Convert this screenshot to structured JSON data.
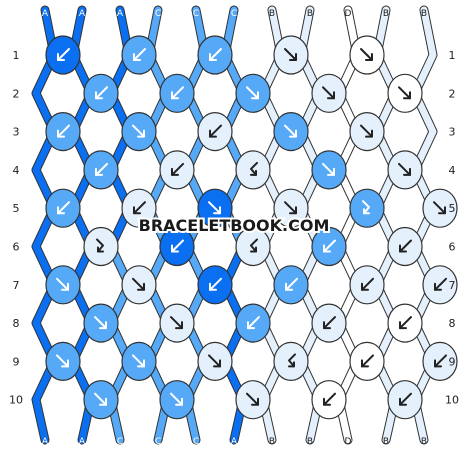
{
  "watermark": "BRACELETBOOK.COM",
  "colors": {
    "A": "#0a6ff0",
    "B": "#e4f1fd",
    "C": "#55a9f7",
    "D": "#ffffff",
    "outline": "#333333",
    "arrow_dark": "#222222",
    "arrow_light": "#ffffff"
  },
  "top_labels": [
    "A",
    "A",
    "A",
    "C",
    "C",
    "C",
    "B",
    "B",
    "D",
    "B",
    "B"
  ],
  "bottom_labels": [
    "A",
    "A",
    "C",
    "C",
    "C",
    "A",
    "B",
    "B",
    "D",
    "B",
    "B"
  ],
  "rows": [
    {
      "label": "1",
      "knots": [
        {
          "dir": "left",
          "color": "A",
          "arrow": "arrow-down-left-icon"
        },
        {
          "dir": "left",
          "color": "C",
          "arrow": "arrow-down-left-icon"
        },
        {
          "dir": "left",
          "color": "C",
          "arrow": "arrow-down-left-icon"
        },
        {
          "dir": "right",
          "color": "B",
          "arrow": "arrow-down-right-icon"
        },
        {
          "dir": "right",
          "color": "D",
          "arrow": "arrow-down-right-icon"
        }
      ]
    },
    {
      "label": "2",
      "knots": [
        {
          "dir": "left",
          "color": "C",
          "arrow": "arrow-down-left-icon"
        },
        {
          "dir": "left",
          "color": "C",
          "arrow": "arrow-down-left-icon"
        },
        {
          "dir": "right",
          "color": "C",
          "arrow": "arrow-down-right-icon"
        },
        {
          "dir": "right",
          "color": "B",
          "arrow": "arrow-down-right-icon"
        },
        {
          "dir": "right",
          "color": "D",
          "arrow": "arrow-down-right-icon"
        }
      ]
    },
    {
      "label": "3",
      "knots": [
        {
          "dir": "left",
          "color": "C",
          "arrow": "arrow-down-left-icon"
        },
        {
          "dir": "right",
          "color": "C",
          "arrow": "arrow-down-right-icon"
        },
        {
          "dir": "left",
          "color": "B",
          "arrow": "arrow-down-left-icon"
        },
        {
          "dir": "right",
          "color": "C",
          "arrow": "arrow-down-right-icon"
        },
        {
          "dir": "right",
          "color": "B",
          "arrow": "arrow-down-right-icon"
        }
      ]
    },
    {
      "label": "4",
      "knots": [
        {
          "dir": "left",
          "color": "C",
          "arrow": "arrow-down-left-icon"
        },
        {
          "dir": "left",
          "color": "B",
          "arrow": "arrow-down-left-icon"
        },
        {
          "dir": "left-right",
          "color": "B",
          "arrow": "arrow-left-then-right-icon"
        },
        {
          "dir": "right",
          "color": "C",
          "arrow": "arrow-down-right-icon"
        },
        {
          "dir": "right",
          "color": "B",
          "arrow": "arrow-down-right-icon"
        }
      ]
    },
    {
      "label": "5",
      "knots": [
        {
          "dir": "left",
          "color": "C",
          "arrow": "arrow-down-left-icon"
        },
        {
          "dir": "left",
          "color": "B",
          "arrow": "arrow-down-left-icon"
        },
        {
          "dir": "right",
          "color": "A",
          "arrow": "arrow-down-right-icon"
        },
        {
          "dir": "right",
          "color": "B",
          "arrow": "arrow-down-right-icon"
        },
        {
          "dir": "right-left",
          "color": "C",
          "arrow": "arrow-right-then-left-icon"
        },
        {
          "dir": "right",
          "color": "B",
          "arrow": "arrow-down-right-icon"
        }
      ]
    },
    {
      "label": "6",
      "knots": [
        {
          "dir": "right-left",
          "color": "B",
          "arrow": "arrow-right-then-left-icon"
        },
        {
          "dir": "left",
          "color": "A",
          "arrow": "arrow-down-left-icon"
        },
        {
          "dir": "left-right",
          "color": "B",
          "arrow": "arrow-left-then-right-icon"
        },
        {
          "dir": "left",
          "color": "C",
          "arrow": "arrow-down-left-icon"
        },
        {
          "dir": "left",
          "color": "B",
          "arrow": "arrow-down-left-icon"
        }
      ]
    },
    {
      "label": "7",
      "knots": [
        {
          "dir": "right",
          "color": "C",
          "arrow": "arrow-down-right-icon"
        },
        {
          "dir": "right",
          "color": "B",
          "arrow": "arrow-down-right-icon"
        },
        {
          "dir": "left",
          "color": "A",
          "arrow": "arrow-down-left-icon"
        },
        {
          "dir": "left",
          "color": "C",
          "arrow": "arrow-down-left-icon"
        },
        {
          "dir": "left",
          "color": "B",
          "arrow": "arrow-down-left-icon"
        },
        {
          "dir": "left",
          "color": "B",
          "arrow": "arrow-down-left-icon"
        }
      ]
    },
    {
      "label": "8",
      "knots": [
        {
          "dir": "right",
          "color": "C",
          "arrow": "arrow-down-right-icon"
        },
        {
          "dir": "right",
          "color": "B",
          "arrow": "arrow-down-right-icon"
        },
        {
          "dir": "left",
          "color": "C",
          "arrow": "arrow-down-left-icon"
        },
        {
          "dir": "left",
          "color": "B",
          "arrow": "arrow-down-left-icon"
        },
        {
          "dir": "left",
          "color": "D",
          "arrow": "arrow-down-left-icon"
        }
      ]
    },
    {
      "label": "9",
      "knots": [
        {
          "dir": "right",
          "color": "C",
          "arrow": "arrow-down-right-icon"
        },
        {
          "dir": "right",
          "color": "C",
          "arrow": "arrow-down-right-icon"
        },
        {
          "dir": "right",
          "color": "B",
          "arrow": "arrow-down-right-icon"
        },
        {
          "dir": "left-right",
          "color": "B",
          "arrow": "arrow-left-then-right-icon"
        },
        {
          "dir": "left",
          "color": "D",
          "arrow": "arrow-down-left-icon"
        },
        {
          "dir": "left",
          "color": "B",
          "arrow": "arrow-down-left-icon"
        }
      ]
    },
    {
      "label": "10",
      "knots": [
        {
          "dir": "right",
          "color": "C",
          "arrow": "arrow-down-right-icon"
        },
        {
          "dir": "right",
          "color": "C",
          "arrow": "arrow-down-right-icon"
        },
        {
          "dir": "right",
          "color": "B",
          "arrow": "arrow-down-right-icon"
        },
        {
          "dir": "left",
          "color": "D",
          "arrow": "arrow-down-left-icon"
        },
        {
          "dir": "left",
          "color": "B",
          "arrow": "arrow-down-left-icon"
        }
      ]
    }
  ]
}
